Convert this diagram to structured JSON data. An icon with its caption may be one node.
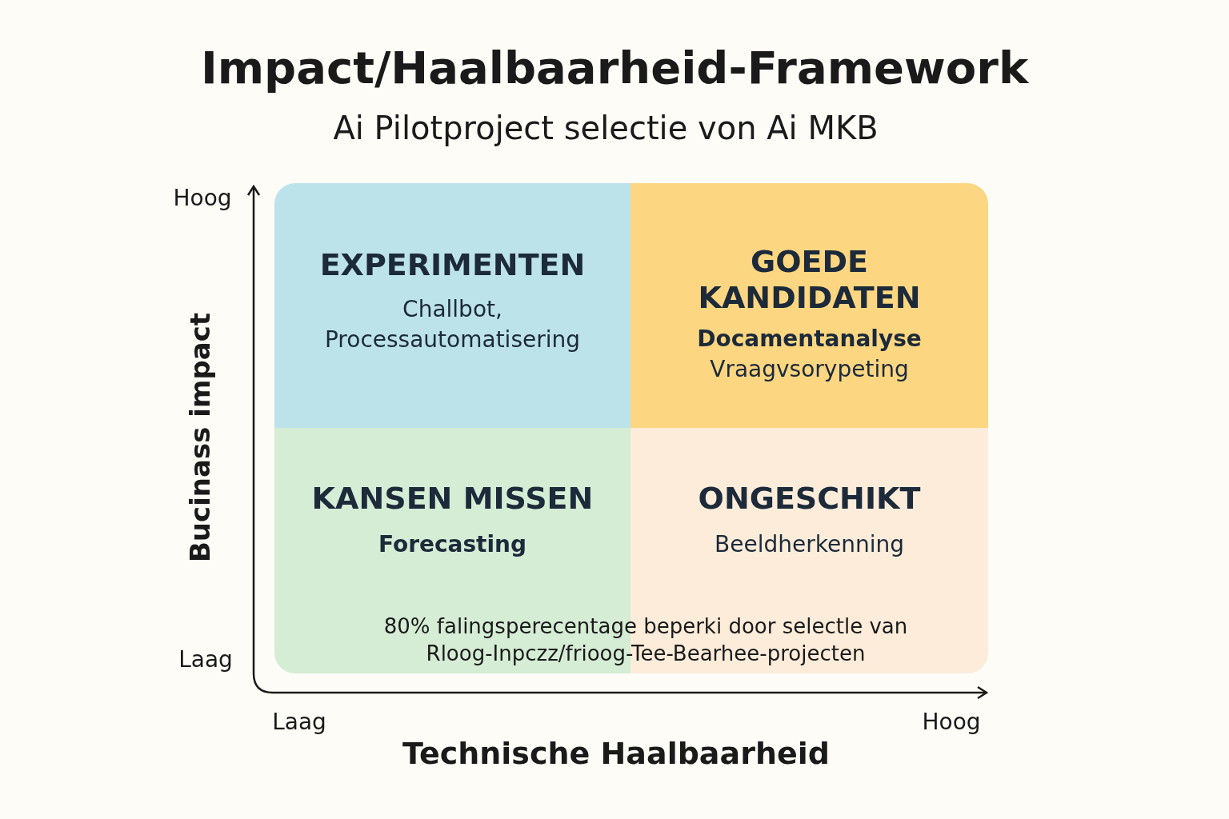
{
  "diagram": {
    "title": "Impact/Haalbaarheid-Framework",
    "nodes": [
      {
        "text": [
          "EXPERIMENTEN",
          "Challbot, Processautomatisering"
        ]
      },
      {
        "text": [
          "GOEDE KANDIDATEN",
          "Docamentanalyse",
          "Vraagvsorypeting"
        ]
      },
      {
        "text": [
          "KANSEN MISSEN",
          "Forecasting"
        ]
      },
      {
        "text": [
          "ONGESCHIKT",
          "Beeldherkenning"
        ]
      }
    ],
    "labels": [
      "Ai Pilotproject selectie von Ai MKB",
      "Hoog",
      "Laag",
      "Bucinass impact",
      "80% falingsperecentage beperki door selectle van Rloog-Inpczz/frioog-Tee-Bearhee-projecten",
      "Laag",
      "Hoog",
      "Technische Haalbaarheid"
    ]
  }
}
